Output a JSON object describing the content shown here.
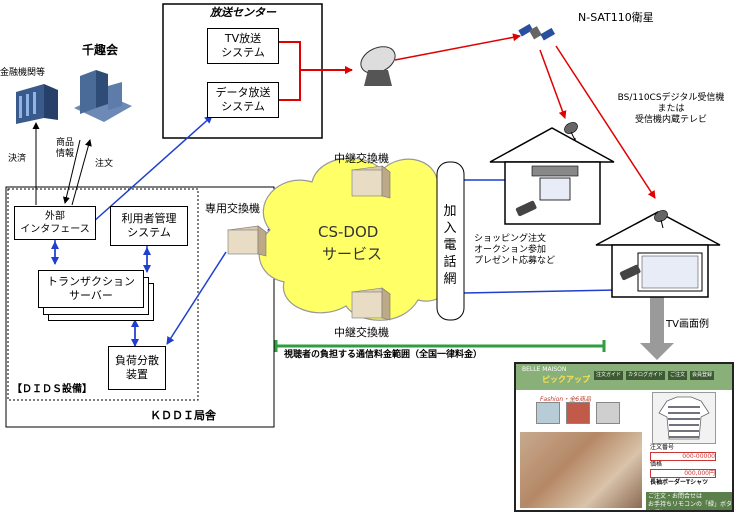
{
  "colors": {
    "red": "#e00000",
    "blue": "#1f3fd0",
    "green": "#2e9e3e",
    "cloud": "#ffff66"
  },
  "broadcast_center": {
    "title": "放送センター",
    "tv_system": "TV放送\nシステム",
    "data_system": "データ放送\nシステム"
  },
  "satellite": {
    "label": "N-SAT110衛星"
  },
  "receiver": {
    "label": "BS/110CSデジタル受信機\nまたは\n受信機内蔵テレビ"
  },
  "left": {
    "financial": "金融機関等",
    "senshukai": "千趣会",
    "settlement": "決済",
    "product_info": "商品\n情報",
    "order": "注文"
  },
  "kddi": {
    "external_interface": "外部\nインタフェース",
    "user_mgmt": "利用者管理\nシステム",
    "transaction_server": "トランザクション\nサーバー",
    "load_balancer": "負荷分散\n装置",
    "dids": "【ＤＩＤＳ設備】",
    "office": "ＫＤＤＩ局舎",
    "private_switch": "専用交換機"
  },
  "network": {
    "relay_top": "中継交換機",
    "relay_bottom": "中継交換機",
    "cloud_line1": "CS-DOD",
    "cloud_line2": "サービス",
    "subscriber_net": "加入電話網",
    "activities": "ショッピング注文\nオークション参加\nプレゼント応募など",
    "fee_range": "視聴者の負担する通信料金範囲（全国一律料金）",
    "tv_screen_example": "TV画面例"
  },
  "tv_screen": {
    "brand": "BELLE MAISON",
    "catalog": "ピックアップ",
    "nav": [
      "注文ガイド",
      "カタログガイド",
      "ご注文",
      "会員登録"
    ],
    "sub": "Fashion・全6商品",
    "price_label1": "注文番号",
    "price_value1": "000-00000",
    "price_label2": "価格",
    "price_value2": "000,000円",
    "product": "長袖ボーダーTシャツ",
    "footer": "ご注文・お問合せは\nお手持ちリモコンの「緑」ボタンで!"
  }
}
